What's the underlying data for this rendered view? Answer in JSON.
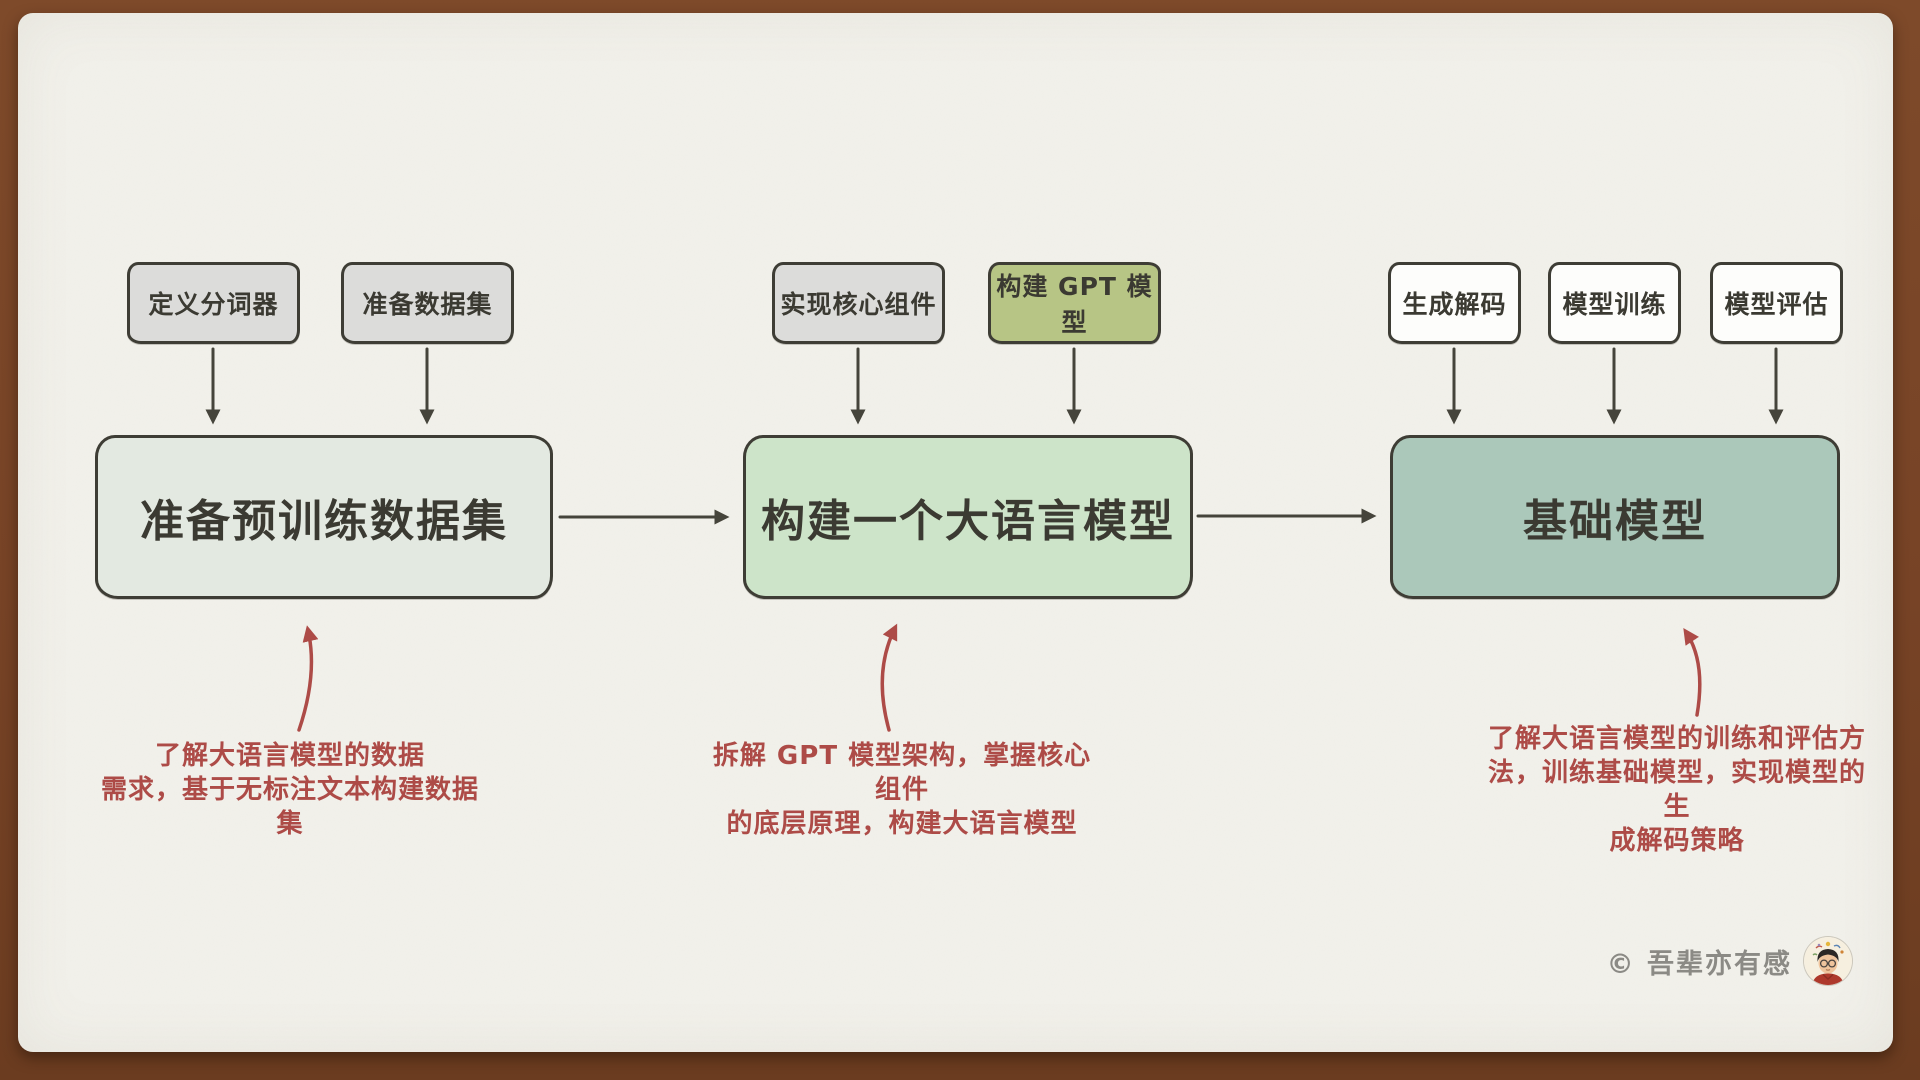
{
  "colors": {
    "frame": "#774326",
    "paper": "#f2f1eb",
    "ink": "#3b3a32",
    "box_border": "#3e3d35",
    "arrow": "#45443b",
    "gray_fill": "#dcdcda",
    "white_fill": "#fdfdfb",
    "olive_fill": "#b7c585",
    "stage1_fill": "#e3e9e1",
    "stage2_fill": "#cde4c9",
    "stage3_fill": "#abc8ba",
    "red": "#ad4b47",
    "footer_gray": "#8b8a85"
  },
  "stages": [
    {
      "title": "准备预训练数据集",
      "inputs": [
        "定义分词器",
        "准备数据集"
      ],
      "note_lines": [
        "了解大语言模型的数据",
        "需求，基于无标注文本构建数据集"
      ]
    },
    {
      "title": "构建一个大语言模型",
      "inputs": [
        "实现核心组件",
        "构建 GPT 模型"
      ],
      "note_lines": [
        "拆解 GPT 模型架构，掌握核心组件",
        "的底层原理，构建大语言模型"
      ]
    },
    {
      "title": "基础模型",
      "inputs": [
        "生成解码",
        "模型训练",
        "模型评估"
      ],
      "note_lines": [
        "了解大语言模型的训练和评估方",
        "法，训练基础模型，实现模型的生",
        "成解码策略"
      ]
    }
  ],
  "footer": {
    "credit": "© 吾辈亦有感"
  }
}
